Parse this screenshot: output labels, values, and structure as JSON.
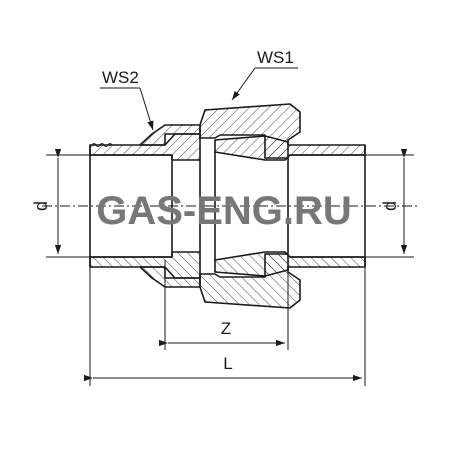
{
  "labels": {
    "ws1": "WS1",
    "ws2": "WS2",
    "z": "Z",
    "l": "L",
    "d_left": "d",
    "d_right": "d"
  },
  "watermark": "GAS-ENG.RU",
  "colors": {
    "line": "#1a1a1a",
    "watermark": "#777777",
    "background": "#ffffff"
  }
}
